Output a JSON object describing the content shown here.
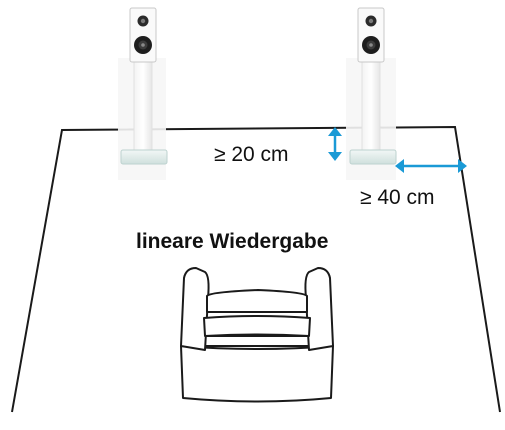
{
  "labels": {
    "distance_wall": "≥ 20 cm",
    "distance_side": "≥ 40 cm",
    "title": "lineare Wiedergabe"
  },
  "colors": {
    "arrow": "#1a9ad6",
    "outline": "#1a1a1a",
    "speaker_body": "#fafafa",
    "stand_glass": "#dfe9e7"
  },
  "icons": {
    "left_speaker": "bookshelf-speaker-on-stand-icon",
    "right_speaker": "bookshelf-speaker-on-stand-icon",
    "seat": "armchair-icon",
    "vertical_arrow": "double-arrow-vertical-icon",
    "horizontal_arrow": "double-arrow-horizontal-icon"
  }
}
